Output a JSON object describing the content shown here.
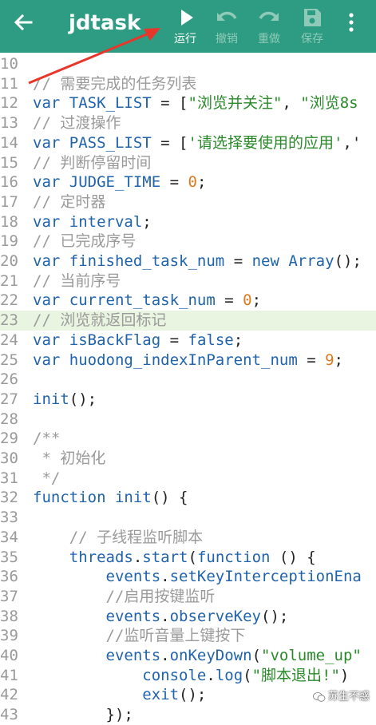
{
  "toolbar": {
    "title": "jdtask",
    "run_label": "运行",
    "undo_label": "撤销",
    "redo_label": "重做",
    "save_label": "保存",
    "accent_color": "#2e9c82"
  },
  "icons": [
    "back-arrow-icon",
    "play-icon",
    "undo-icon",
    "redo-icon",
    "save-icon",
    "more-vertical-icon"
  ],
  "editor": {
    "highlighted_line": 23,
    "lines": [
      {
        "num": "10",
        "tokens": []
      },
      {
        "num": "11",
        "tokens": [
          {
            "t": "// 需要完成的任务列表",
            "c": "cm"
          }
        ]
      },
      {
        "num": "12",
        "tokens": [
          {
            "t": "var",
            "c": "kw"
          },
          {
            "t": " ",
            "c": "pl"
          },
          {
            "t": "TASK_LIST",
            "c": "id"
          },
          {
            "t": " = [",
            "c": "pl"
          },
          {
            "t": "\"浏览并关注\"",
            "c": "st"
          },
          {
            "t": ", ",
            "c": "pl"
          },
          {
            "t": "\"浏览8s",
            "c": "st"
          }
        ]
      },
      {
        "num": "13",
        "tokens": [
          {
            "t": "// 过渡操作",
            "c": "cm"
          }
        ]
      },
      {
        "num": "14",
        "tokens": [
          {
            "t": "var",
            "c": "kw"
          },
          {
            "t": " ",
            "c": "pl"
          },
          {
            "t": "PASS_LIST",
            "c": "id"
          },
          {
            "t": " = [",
            "c": "pl"
          },
          {
            "t": "'请选择要使用的应用'",
            "c": "st"
          },
          {
            "t": ",'",
            "c": "pl"
          }
        ]
      },
      {
        "num": "15",
        "tokens": [
          {
            "t": "// 判断停留时间",
            "c": "cm"
          }
        ]
      },
      {
        "num": "16",
        "tokens": [
          {
            "t": "var",
            "c": "kw"
          },
          {
            "t": " ",
            "c": "pl"
          },
          {
            "t": "JUDGE_TIME",
            "c": "id"
          },
          {
            "t": " = ",
            "c": "pl"
          },
          {
            "t": "0",
            "c": "nm"
          },
          {
            "t": ";",
            "c": "pl"
          }
        ]
      },
      {
        "num": "17",
        "tokens": [
          {
            "t": "// 定时器",
            "c": "cm"
          }
        ]
      },
      {
        "num": "18",
        "tokens": [
          {
            "t": "var",
            "c": "kw"
          },
          {
            "t": " ",
            "c": "pl"
          },
          {
            "t": "interval",
            "c": "id"
          },
          {
            "t": ";",
            "c": "pl"
          }
        ]
      },
      {
        "num": "19",
        "tokens": [
          {
            "t": "// 已完成序号",
            "c": "cm"
          }
        ]
      },
      {
        "num": "20",
        "tokens": [
          {
            "t": "var",
            "c": "kw"
          },
          {
            "t": " ",
            "c": "pl"
          },
          {
            "t": "finished_task_num",
            "c": "id"
          },
          {
            "t": " = ",
            "c": "pl"
          },
          {
            "t": "new",
            "c": "kw"
          },
          {
            "t": " ",
            "c": "pl"
          },
          {
            "t": "Array",
            "c": "id"
          },
          {
            "t": "();",
            "c": "pl"
          }
        ]
      },
      {
        "num": "21",
        "tokens": [
          {
            "t": "// 当前序号",
            "c": "cm"
          }
        ]
      },
      {
        "num": "22",
        "tokens": [
          {
            "t": "var",
            "c": "kw"
          },
          {
            "t": " ",
            "c": "pl"
          },
          {
            "t": "current_task_num",
            "c": "id"
          },
          {
            "t": " = ",
            "c": "pl"
          },
          {
            "t": "0",
            "c": "nm"
          },
          {
            "t": ";",
            "c": "pl"
          }
        ]
      },
      {
        "num": "23",
        "tokens": [
          {
            "t": "// 浏览就返回标记",
            "c": "cm"
          }
        ]
      },
      {
        "num": "24",
        "tokens": [
          {
            "t": "var",
            "c": "kw"
          },
          {
            "t": " ",
            "c": "pl"
          },
          {
            "t": "isBackFlag",
            "c": "id"
          },
          {
            "t": " = ",
            "c": "pl"
          },
          {
            "t": "false",
            "c": "kw"
          },
          {
            "t": ";",
            "c": "pl"
          }
        ]
      },
      {
        "num": "25",
        "tokens": [
          {
            "t": "var",
            "c": "kw"
          },
          {
            "t": " ",
            "c": "pl"
          },
          {
            "t": "huodong_indexInParent_num",
            "c": "id"
          },
          {
            "t": " = ",
            "c": "pl"
          },
          {
            "t": "9",
            "c": "nm"
          },
          {
            "t": ";",
            "c": "pl"
          }
        ]
      },
      {
        "num": "26",
        "tokens": []
      },
      {
        "num": "27",
        "tokens": [
          {
            "t": "init",
            "c": "id"
          },
          {
            "t": "();",
            "c": "pl"
          }
        ]
      },
      {
        "num": "28",
        "tokens": []
      },
      {
        "num": "29",
        "tokens": [
          {
            "t": "/**",
            "c": "cm"
          }
        ]
      },
      {
        "num": "30",
        "tokens": [
          {
            "t": " * 初始化",
            "c": "cm"
          }
        ]
      },
      {
        "num": "31",
        "tokens": [
          {
            "t": " */",
            "c": "cm"
          }
        ]
      },
      {
        "num": "32",
        "tokens": [
          {
            "t": "function",
            "c": "kw"
          },
          {
            "t": " ",
            "c": "pl"
          },
          {
            "t": "init",
            "c": "id"
          },
          {
            "t": "() {",
            "c": "pl"
          }
        ]
      },
      {
        "num": "33",
        "tokens": []
      },
      {
        "num": "34",
        "tokens": [
          {
            "t": "    ",
            "c": "pl"
          },
          {
            "t": "// 子线程监听脚本",
            "c": "cm"
          }
        ]
      },
      {
        "num": "35",
        "tokens": [
          {
            "t": "    ",
            "c": "pl"
          },
          {
            "t": "threads",
            "c": "id"
          },
          {
            "t": ".",
            "c": "pl"
          },
          {
            "t": "start",
            "c": "id"
          },
          {
            "t": "(",
            "c": "pl"
          },
          {
            "t": "function",
            "c": "kw"
          },
          {
            "t": " () {",
            "c": "pl"
          }
        ]
      },
      {
        "num": "36",
        "tokens": [
          {
            "t": "        ",
            "c": "pl"
          },
          {
            "t": "events",
            "c": "id"
          },
          {
            "t": ".",
            "c": "pl"
          },
          {
            "t": "setKeyInterceptionEna",
            "c": "id"
          }
        ]
      },
      {
        "num": "37",
        "tokens": [
          {
            "t": "        ",
            "c": "pl"
          },
          {
            "t": "//启用按键监听",
            "c": "cm"
          }
        ]
      },
      {
        "num": "38",
        "tokens": [
          {
            "t": "        ",
            "c": "pl"
          },
          {
            "t": "events",
            "c": "id"
          },
          {
            "t": ".",
            "c": "pl"
          },
          {
            "t": "observeKey",
            "c": "id"
          },
          {
            "t": "();",
            "c": "pl"
          }
        ]
      },
      {
        "num": "39",
        "tokens": [
          {
            "t": "        ",
            "c": "pl"
          },
          {
            "t": "//监听音量上键按下",
            "c": "cm"
          }
        ]
      },
      {
        "num": "40",
        "tokens": [
          {
            "t": "        ",
            "c": "pl"
          },
          {
            "t": "events",
            "c": "id"
          },
          {
            "t": ".",
            "c": "pl"
          },
          {
            "t": "onKeyDown",
            "c": "id"
          },
          {
            "t": "(",
            "c": "pl"
          },
          {
            "t": "\"volume_up\"",
            "c": "st"
          }
        ]
      },
      {
        "num": "41",
        "tokens": [
          {
            "t": "            ",
            "c": "pl"
          },
          {
            "t": "console",
            "c": "id"
          },
          {
            "t": ".",
            "c": "pl"
          },
          {
            "t": "log",
            "c": "id"
          },
          {
            "t": "(",
            "c": "pl"
          },
          {
            "t": "\"脚本退出!\"",
            "c": "st"
          },
          {
            "t": ")",
            "c": "pl"
          }
        ]
      },
      {
        "num": "42",
        "tokens": [
          {
            "t": "            ",
            "c": "pl"
          },
          {
            "t": "exit",
            "c": "id"
          },
          {
            "t": "();",
            "c": "pl"
          }
        ]
      },
      {
        "num": "43",
        "tokens": [
          {
            "t": "        });",
            "c": "pl"
          }
        ]
      }
    ]
  },
  "watermark": {
    "text": "苏生不惑"
  }
}
